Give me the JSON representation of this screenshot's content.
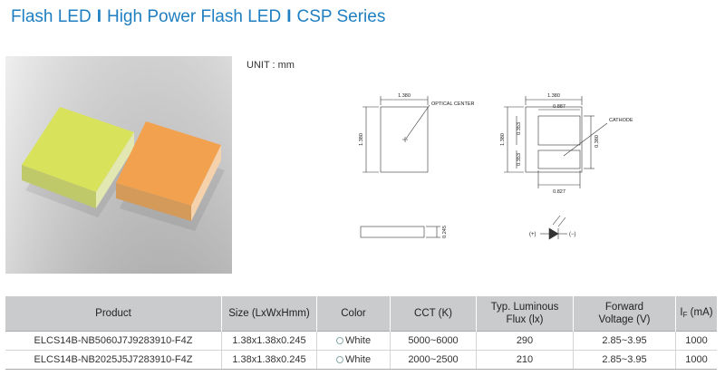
{
  "header": {
    "crumb1": "Flash LED",
    "crumb2": "High Power Flash LED",
    "crumb3": "CSP Series",
    "separator": "I"
  },
  "unit_label": "UNIT : mm",
  "drawing": {
    "top_view_width": "1.380",
    "top_view_height": "1.380",
    "optical_center": "OPTICAL CENTER",
    "side_height": "0.245",
    "bottom_width": "1.380",
    "bottom_pad_top": "0.887",
    "bottom_pad_bottom": "0.827",
    "bottom_left_top": "0.353",
    "bottom_left_mid": "1.380",
    "bottom_left_low": "0.353",
    "bottom_right": "0.380",
    "cathode": "CATHODE",
    "anode_symbol": "(+)",
    "cathode_symbol": "(−)"
  },
  "table": {
    "headers": {
      "product": "Product",
      "size": "Size (LxWxHmm)",
      "color": "Color",
      "cct": "CCT (K)",
      "flux_line1": "Typ. Luminous",
      "flux_line2": "Flux (lx)",
      "vf_line1": "Forward",
      "vf_line2": "Voltage (V)",
      "if_main": "I",
      "if_sub": "F",
      "if_unit": " (mA)"
    },
    "rows": [
      {
        "product": "ELCS14B-NB5060J7J9283910-F4Z",
        "size": "1.38x1.38x0.245",
        "color": "White",
        "cct": "5000~6000",
        "flux": "290",
        "vf": "2.85~3.95",
        "if": "1000"
      },
      {
        "product": "ELCS14B-NB2025J5J7283910-F4Z",
        "size": "1.38x1.38x0.245",
        "color": "White",
        "cct": "2000~2500",
        "flux": "210",
        "vf": "2.85~3.95",
        "if": "1000"
      }
    ]
  }
}
